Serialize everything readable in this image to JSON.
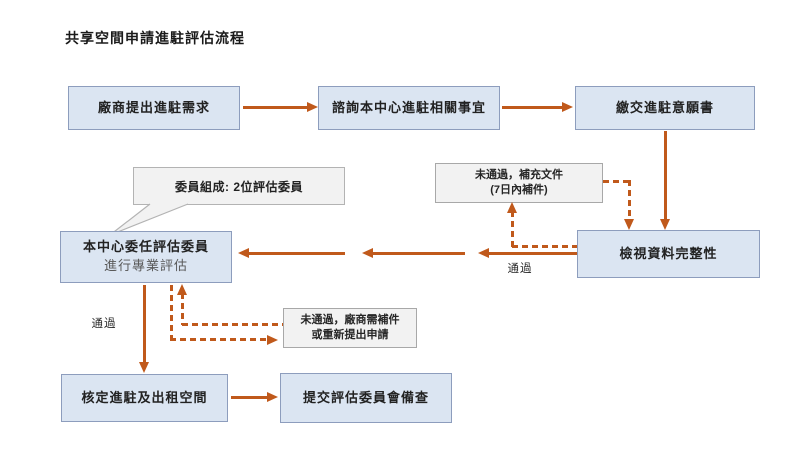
{
  "title": "共享空間申請進駐評估流程",
  "nodes": {
    "propose": {
      "label": "廠商提出進駐需求"
    },
    "consult": {
      "label": "諮詢本中心進駐相關事宜"
    },
    "submit_intent": {
      "label": "繳交進駐意願書"
    },
    "review": {
      "label": "檢視資料完整性"
    },
    "evaluate": {
      "line1": "本中心委任評估委員",
      "line2": "進行專業評估"
    },
    "approve": {
      "label": "核定進駐及出租空間"
    },
    "file_record": {
      "label": "提交評估委員會備查"
    }
  },
  "callout": {
    "label": "委員組成: 2位評估委員"
  },
  "notes": {
    "supplement": {
      "line1": "未通過，補充文件",
      "line2": "(7日內補件)"
    },
    "resubmit": {
      "line1": "未通過，廠商需補件",
      "line2": "或重新提出申請"
    }
  },
  "labels": {
    "pass_review": "通過",
    "pass_eval": "通過"
  },
  "colors": {
    "arrow": "#c0591b",
    "box_fill": "#dbe5f2",
    "box_border": "#8d9dbd",
    "note_fill": "#f2f2f2",
    "note_border": "#a8a8a8"
  }
}
